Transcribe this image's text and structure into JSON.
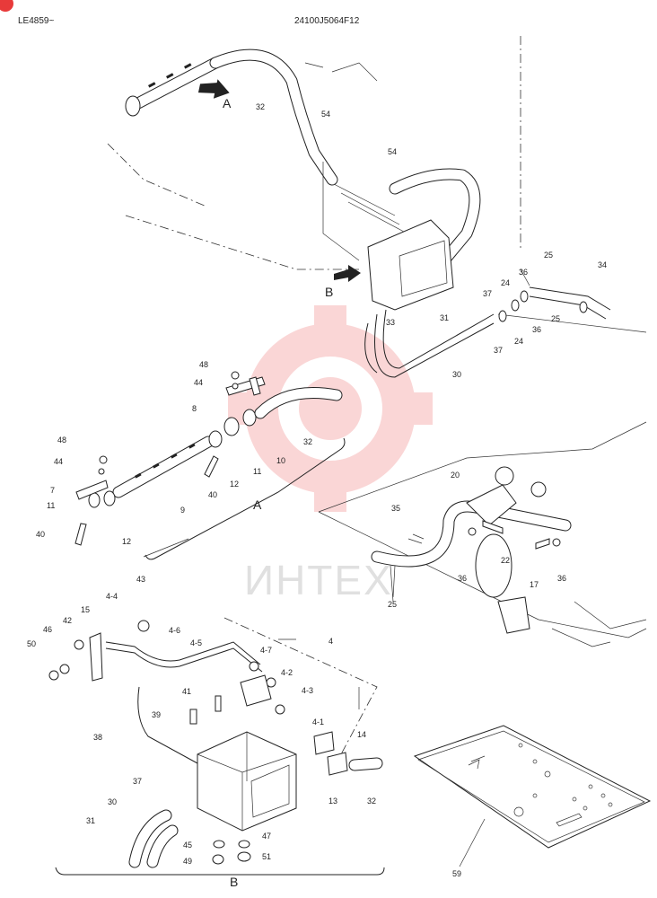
{
  "header": {
    "left_code": "LE4859~",
    "part_number": "24100J5064F12"
  },
  "watermark": {
    "text": "ИНТЕХ",
    "color": "#f4a3a3"
  },
  "callouts": {
    "A_top": "A",
    "B_mid": "B",
    "A_detail": "A",
    "B_detail": "B",
    "p32a": "32",
    "p54a": "54",
    "p54b": "54",
    "p25a": "25",
    "p36a": "36",
    "p34": "34",
    "p37a": "37",
    "p24a": "24",
    "p25b": "25",
    "p31a": "31",
    "p33": "33",
    "p24b": "24",
    "p36b": "36",
    "p37b": "37",
    "p30a": "30",
    "p48a": "48",
    "p44a": "44",
    "p8": "8",
    "p32b": "32",
    "p10": "10",
    "p11a": "11",
    "p12a": "12",
    "p40a": "40",
    "p48b": "48",
    "p44b": "44",
    "p7": "7",
    "p11b": "11",
    "p9": "9",
    "p40b": "40",
    "p12b": "12",
    "p20": "20",
    "p35": "35",
    "p22": "22",
    "p17": "17",
    "p36c": "36",
    "p36d": "36",
    "p25c": "25",
    "p43": "43",
    "p4_4": "4-4",
    "p15": "15",
    "p42": "42",
    "p46": "46",
    "p50": "50",
    "p4_6": "4-6",
    "p4_5": "4-5",
    "p4": "4",
    "p4_7": "4-7",
    "p4_2": "4-2",
    "p4_3": "4-3",
    "p41": "41",
    "p39": "39",
    "p4_1": "4-1",
    "p38": "38",
    "p14": "14",
    "p37c": "37",
    "p30b": "30",
    "p13": "13",
    "p32c": "32",
    "p31b": "31",
    "p45": "45",
    "p47": "47",
    "p49": "49",
    "p51": "51",
    "p59": "59"
  }
}
